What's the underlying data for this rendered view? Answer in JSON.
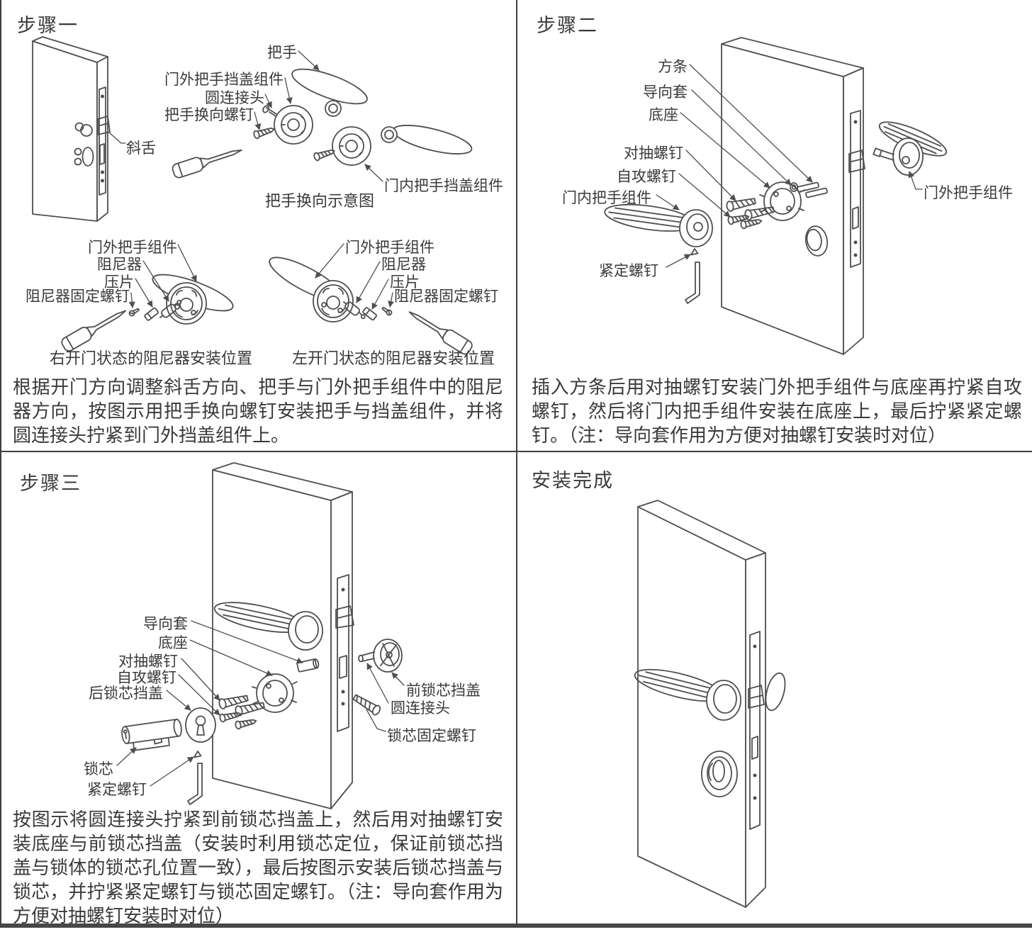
{
  "colors": {
    "background": "#ffffff",
    "line_art": "#4f4f4f",
    "text": "#3a3a3a",
    "divider": "#3f3f3f"
  },
  "step1": {
    "title": "步骤一",
    "labels": {
      "handle": "把手",
      "outer_cover_assembly": "门外把手挡盖组件",
      "round_connector": "圆连接头",
      "handle_reverse_screw": "把手换向螺钉",
      "latch": "斜舌",
      "inner_cover_assembly": "门内把手挡盖组件",
      "reversal_caption": "把手换向示意图",
      "outer_handle_assembly": "门外把手组件",
      "damper": "阻尼器",
      "press_plate": "压片",
      "damper_fixing_screw": "阻尼器固定螺钉",
      "right_open_caption": "右开门状态的阻尼器安装位置",
      "left_open_caption": "左开门状态的阻尼器安装位置"
    },
    "description": "根据开门方向调整斜舌方向、把手与门外把手组件中的阻尼器方向，按图示用把手换向螺钉安装把手与挡盖组件，并将圆连接头拧紧到门外挡盖组件上。"
  },
  "step2": {
    "title": "步骤二",
    "labels": {
      "square_bar": "方条",
      "guide_sleeve": "导向套",
      "base": "底座",
      "counter_screw": "对抽螺钉",
      "tapping_screw": "自攻螺钉",
      "inner_handle_assembly": "门内把手组件",
      "set_screw": "紧定螺钉",
      "outer_handle_assembly": "门外把手组件"
    },
    "description": "插入方条后用对抽螺钉安装门外把手组件与底座再拧紧自攻螺钉，然后将门内把手组件安装在底座上，最后拧紧紧定螺钉。（注：导向套作用为方便对抽螺钉安装时对位）"
  },
  "step3": {
    "title": "步骤三",
    "labels": {
      "guide_sleeve": "导向套",
      "base": "底座",
      "counter_screw": "对抽螺钉",
      "tapping_screw": "自攻螺钉",
      "rear_cylinder_cover": "后锁芯挡盖",
      "cylinder": "锁芯",
      "set_screw": "紧定螺钉",
      "front_cylinder_cover": "前锁芯挡盖",
      "round_connector": "圆连接头",
      "cylinder_fixing_screw": "锁芯固定螺钉"
    },
    "description": "按图示将圆连接头拧紧到前锁芯挡盖上，然后用对抽螺钉安装底座与前锁芯挡盖（安装时利用锁芯定位，保证前锁芯挡盖与锁体的锁芯孔位置一致），最后按图示安装后锁芯挡盖与锁芯，并拧紧紧定螺钉与锁芯固定螺钉。（注：导向套作用为方便对抽螺钉安装时对位）"
  },
  "step4": {
    "title": "安装完成"
  }
}
